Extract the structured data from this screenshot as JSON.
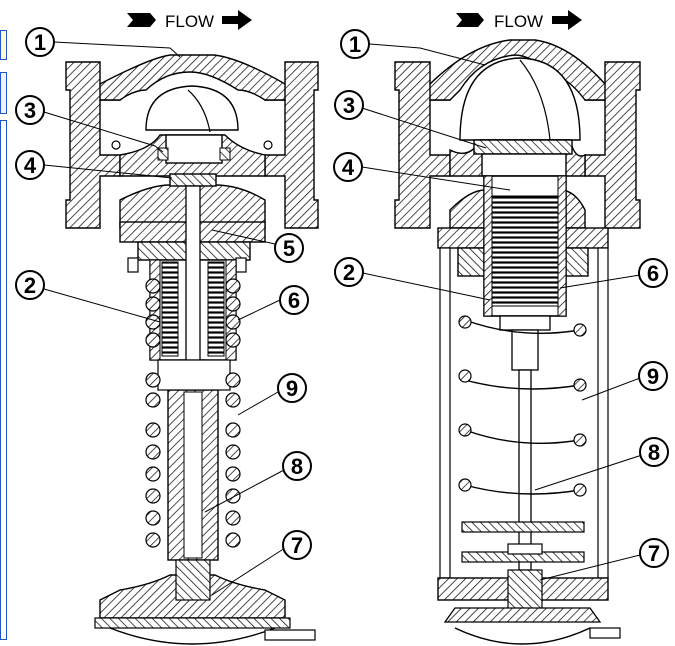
{
  "diagram": {
    "left_valve": {
      "flow_label": "FLOW",
      "callouts": [
        "1",
        "3",
        "4",
        "2",
        "5",
        "6",
        "9",
        "8",
        "7"
      ]
    },
    "right_valve": {
      "flow_label": "FLOW",
      "callouts": [
        "1",
        "3",
        "4",
        "2",
        "6",
        "9",
        "8",
        "7"
      ]
    }
  },
  "colors": {
    "line": "#000000",
    "hatch": "#000000",
    "background": "#ffffff",
    "edge_border": "#2255cc"
  },
  "icons": [
    "flow-arrow-icon"
  ]
}
